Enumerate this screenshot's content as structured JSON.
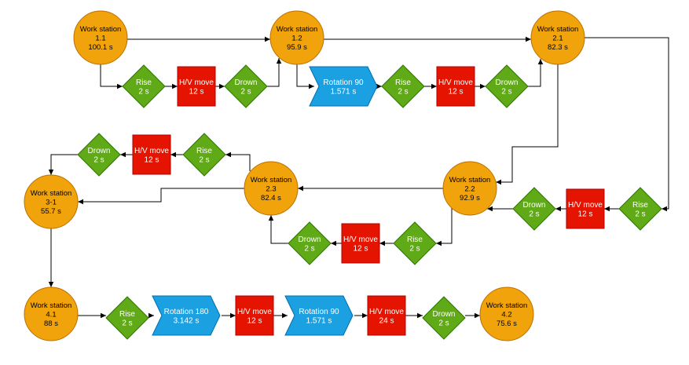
{
  "colors": {
    "station": "#f0a30a",
    "station_stroke": "#bd7000",
    "diamond": "#60a917",
    "diamond_stroke": "#2d7600",
    "move": "#e51400",
    "move_stroke": "#b20000",
    "rotation": "#1ba1e2",
    "rotation_stroke": "#006eaf",
    "edge": "#000000",
    "text_dark": "#000000",
    "text_light": "#ffffff"
  },
  "nodes": {
    "ws11": {
      "kind": "station",
      "lines": [
        "Work station",
        "1.1",
        "100.1 s"
      ]
    },
    "ws12": {
      "kind": "station",
      "lines": [
        "Work station",
        "1.2",
        "95.9 s"
      ]
    },
    "ws21": {
      "kind": "station",
      "lines": [
        "Work station",
        "2.1",
        "82.3 s"
      ]
    },
    "ws22": {
      "kind": "station",
      "lines": [
        "Work station",
        "2.2",
        "92.9 s"
      ]
    },
    "ws23": {
      "kind": "station",
      "lines": [
        "Work station",
        "2.3",
        "82.4 s"
      ]
    },
    "ws31": {
      "kind": "station",
      "lines": [
        "Work station",
        "3-1",
        "55.7 s"
      ]
    },
    "ws41": {
      "kind": "station",
      "lines": [
        "Work station",
        "4.1",
        "88 s"
      ]
    },
    "ws42": {
      "kind": "station",
      "lines": [
        "Work station",
        "4.2",
        "75.6 s"
      ]
    },
    "r1a": {
      "kind": "diamond",
      "lines": [
        "Rise",
        "2 s"
      ]
    },
    "m1a": {
      "kind": "move",
      "lines": [
        "H/V move",
        "12 s"
      ]
    },
    "d1a": {
      "kind": "diamond",
      "lines": [
        "Drown",
        "2 s"
      ]
    },
    "rot1b": {
      "kind": "rotation",
      "lines": [
        "Rotation 90",
        "1.571 s"
      ]
    },
    "r1b": {
      "kind": "diamond",
      "lines": [
        "Rise",
        "2 s"
      ]
    },
    "m1b": {
      "kind": "move",
      "lines": [
        "H/V move",
        "12 s"
      ]
    },
    "d1b": {
      "kind": "diamond",
      "lines": [
        "Drown",
        "2 s"
      ]
    },
    "r2a": {
      "kind": "diamond",
      "lines": [
        "Rise",
        "2 s"
      ]
    },
    "m2a": {
      "kind": "move",
      "lines": [
        "H/V move",
        "12 s"
      ]
    },
    "d2a": {
      "kind": "diamond",
      "lines": [
        "Drown",
        "2 s"
      ]
    },
    "r2b": {
      "kind": "diamond",
      "lines": [
        "Rise",
        "2 s"
      ]
    },
    "m2b": {
      "kind": "move",
      "lines": [
        "H/V move",
        "12 s"
      ]
    },
    "d2b": {
      "kind": "diamond",
      "lines": [
        "Drown",
        "2 s"
      ]
    },
    "r3": {
      "kind": "diamond",
      "lines": [
        "Rise",
        "2 s"
      ]
    },
    "m3": {
      "kind": "move",
      "lines": [
        "H/V move",
        "12 s"
      ]
    },
    "d3": {
      "kind": "diamond",
      "lines": [
        "Drown",
        "2 s"
      ]
    },
    "r4": {
      "kind": "diamond",
      "lines": [
        "Rise",
        "2 s"
      ]
    },
    "rot4a": {
      "kind": "rotation",
      "lines": [
        "Rotation 180",
        "3.142 s"
      ]
    },
    "m4a": {
      "kind": "move",
      "lines": [
        "H/V move",
        "12 s"
      ]
    },
    "rot4b": {
      "kind": "rotation",
      "lines": [
        "Rotation 90",
        "1.571 s"
      ]
    },
    "m4b": {
      "kind": "move",
      "lines": [
        "H/V move",
        "24 s"
      ]
    },
    "d4": {
      "kind": "diamond",
      "lines": [
        "Drown",
        "2 s"
      ]
    }
  },
  "edges": [
    [
      "ws11",
      "ws12"
    ],
    [
      "ws11",
      "r1a"
    ],
    [
      "r1a",
      "m1a"
    ],
    [
      "m1a",
      "d1a"
    ],
    [
      "d1a",
      "ws12"
    ],
    [
      "ws12",
      "ws21"
    ],
    [
      "ws12",
      "rot1b"
    ],
    [
      "rot1b",
      "r1b"
    ],
    [
      "r1b",
      "m1b"
    ],
    [
      "m1b",
      "d1b"
    ],
    [
      "d1b",
      "ws21"
    ],
    [
      "ws21",
      "r2a"
    ],
    [
      "r2a",
      "m2a"
    ],
    [
      "m2a",
      "d2a"
    ],
    [
      "d2a",
      "ws22"
    ],
    [
      "ws21",
      "ws22"
    ],
    [
      "ws22",
      "ws23"
    ],
    [
      "ws22",
      "r2b"
    ],
    [
      "r2b",
      "m2b"
    ],
    [
      "m2b",
      "d2b"
    ],
    [
      "d2b",
      "ws23"
    ],
    [
      "ws23",
      "ws31"
    ],
    [
      "ws23",
      "r3"
    ],
    [
      "r3",
      "m3"
    ],
    [
      "m3",
      "d3"
    ],
    [
      "d3",
      "ws31"
    ],
    [
      "ws31",
      "ws41"
    ],
    [
      "ws41",
      "r4"
    ],
    [
      "r4",
      "rot4a"
    ],
    [
      "rot4a",
      "m4a"
    ],
    [
      "m4a",
      "rot4b"
    ],
    [
      "rot4b",
      "m4b"
    ],
    [
      "m4b",
      "d4"
    ],
    [
      "d4",
      "ws42"
    ]
  ]
}
